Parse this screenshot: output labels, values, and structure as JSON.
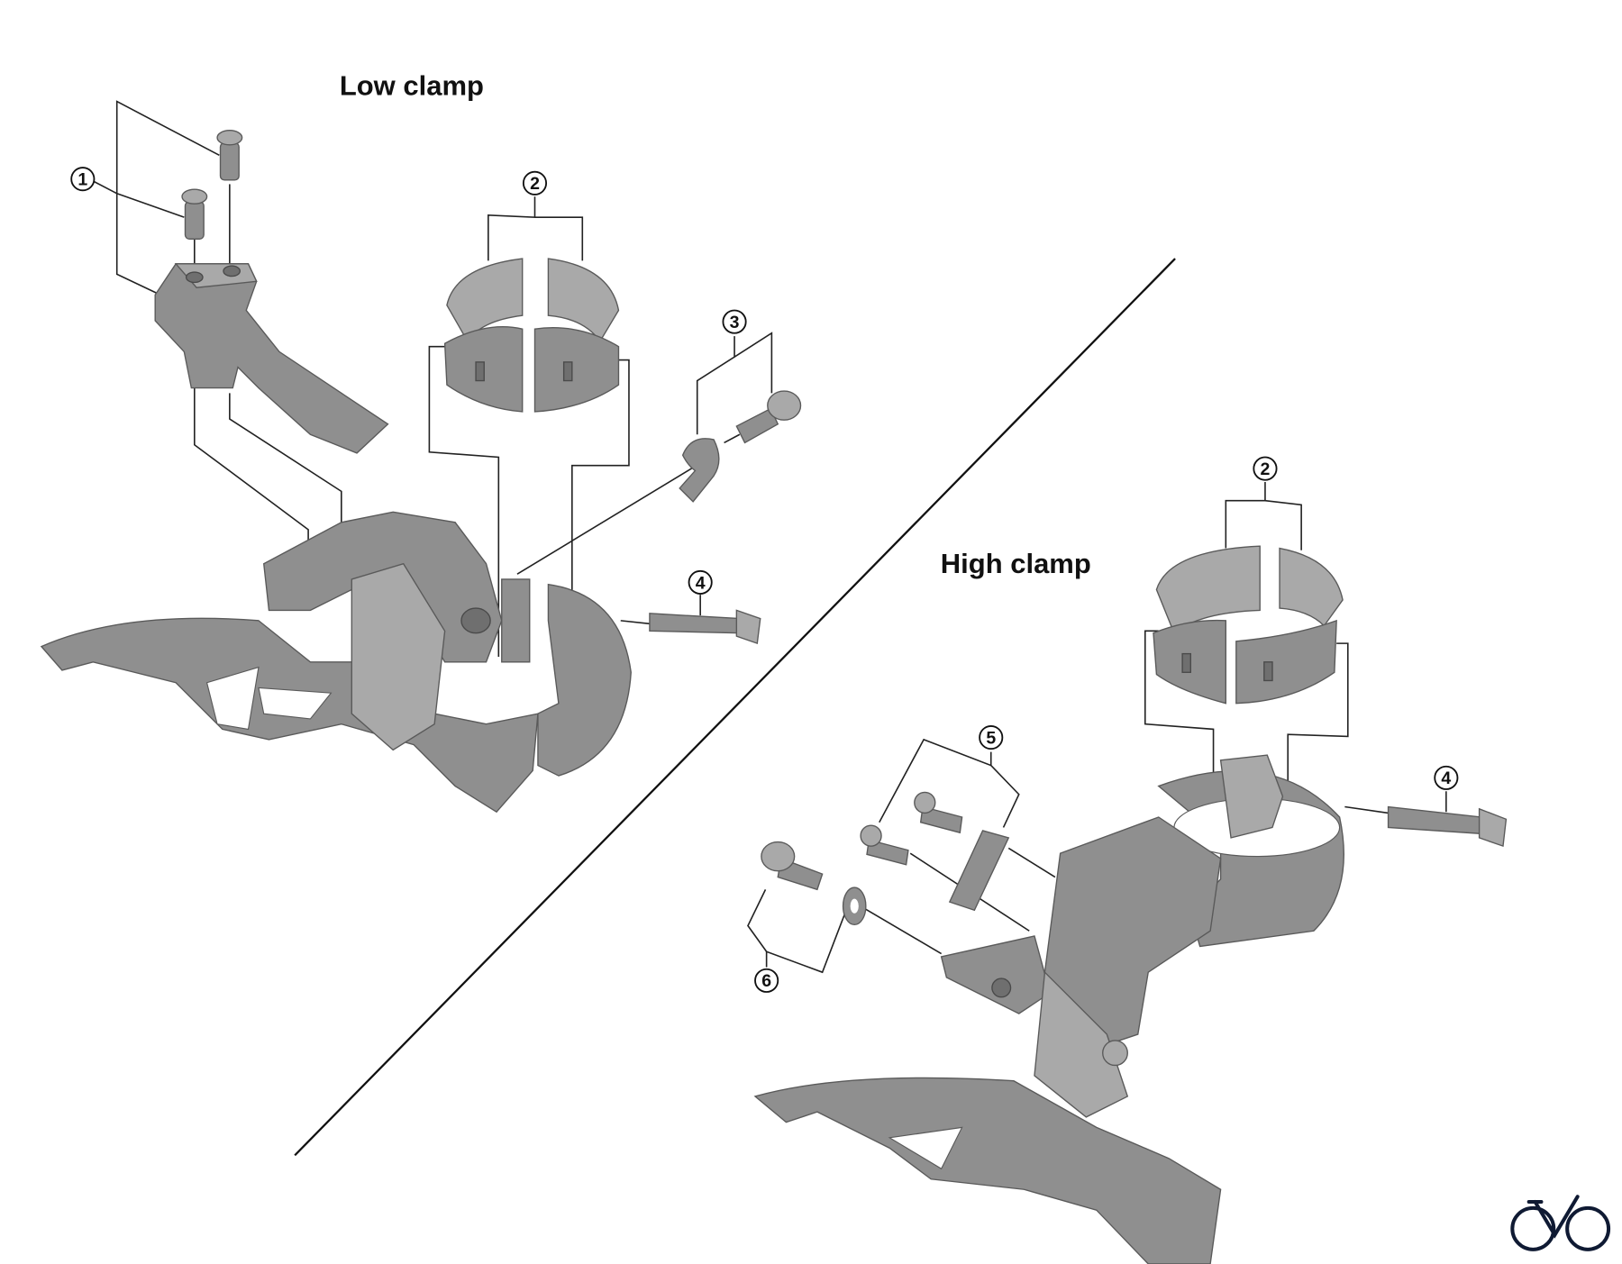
{
  "diagram": {
    "sections": [
      {
        "title": "Low clamp"
      },
      {
        "title": "High clamp"
      }
    ],
    "callouts": {
      "low": [
        "1",
        "2",
        "3",
        "4"
      ],
      "high": [
        "2",
        "4",
        "5",
        "6"
      ]
    },
    "logo": "bicycle-logo",
    "colors": {
      "part": "#8f8f8f",
      "line": "#222222",
      "logo": "#0f1a33"
    }
  }
}
